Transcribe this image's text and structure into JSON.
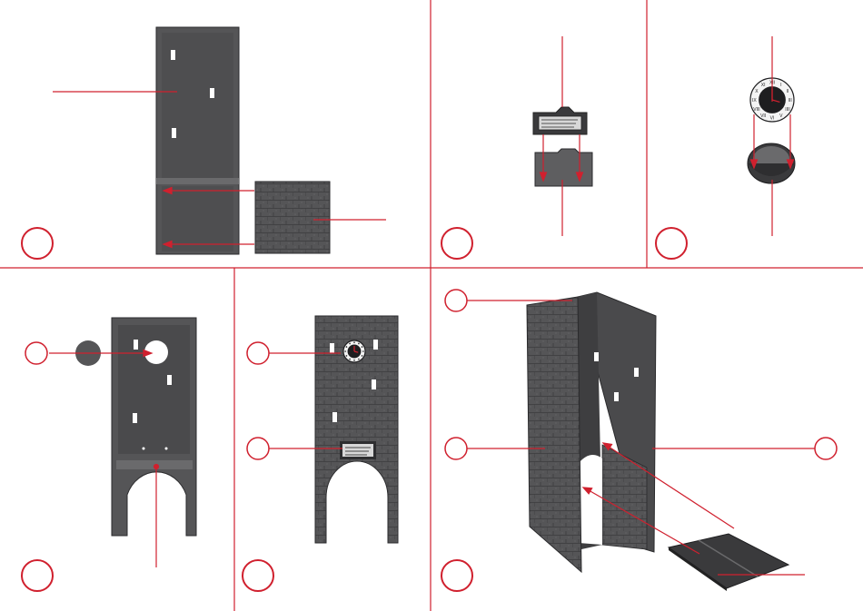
{
  "colors": {
    "accent": "#d0202e",
    "part_dark": "#4a4a4c",
    "part_mid": "#5e5e60",
    "part_light": "#6e6e70",
    "outline": "#2a2a2c",
    "paper": "#ffffff"
  },
  "clock": {
    "numerals": [
      "XII",
      "I",
      "II",
      "III",
      "IIII",
      "V",
      "VI",
      "VII",
      "VIII",
      "IX",
      "X",
      "XI"
    ]
  },
  "steps": [
    {
      "label": ""
    },
    {
      "label": ""
    },
    {
      "label": ""
    },
    {
      "label": ""
    },
    {
      "label": ""
    },
    {
      "label": ""
    },
    {
      "label": ""
    },
    {
      "label": ""
    },
    {
      "label": ""
    }
  ]
}
